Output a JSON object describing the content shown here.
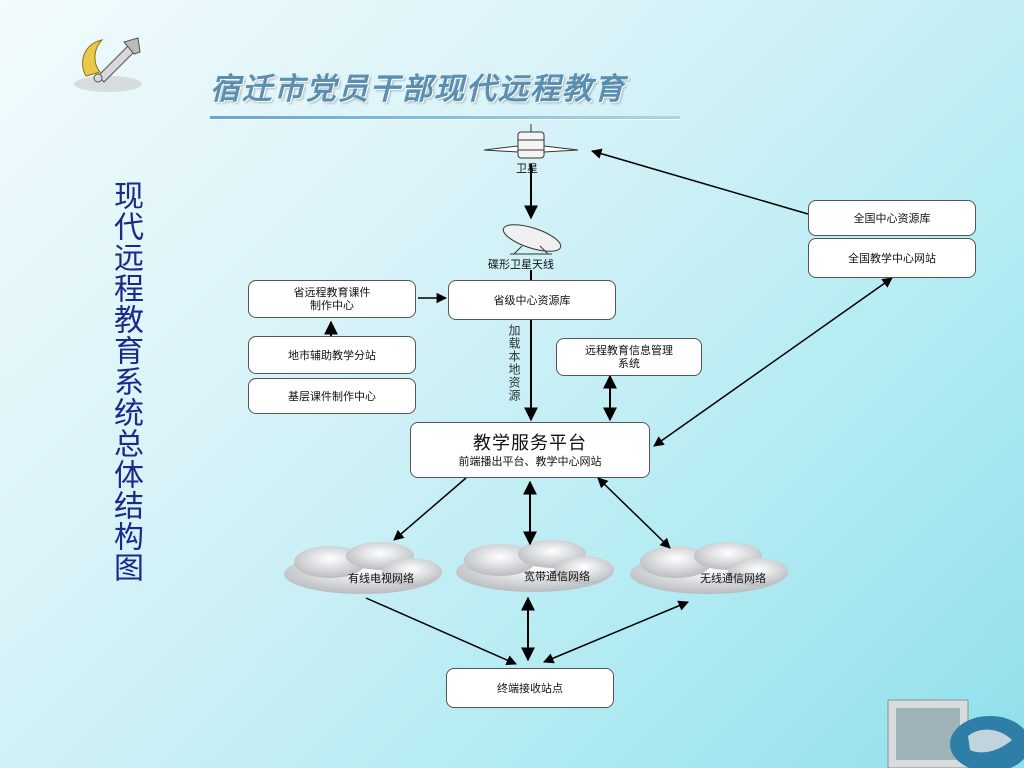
{
  "header": {
    "title": "宿迁市党员干部现代远程教育"
  },
  "vertical_title": "现代远程教育系统总体结构图",
  "diagram": {
    "satellite": "卫星",
    "dish": "碟形卫星天线",
    "national_library": "全国中心资源库",
    "national_site": "全国教学中心网站",
    "provincial_courseware_line1": "省远程教育课件",
    "provincial_courseware_line2": "制作中心",
    "provincial_library": "省级中心资源库",
    "city_branch": "地市辅助教学分站",
    "grassroots_courseware": "基层课件制作中心",
    "info_mgmt_line1": "远程教育信息管理",
    "info_mgmt_line2": "系统",
    "load_local": "加载本地资源",
    "platform_title": "教学服务平台",
    "platform_subtitle": "前端播出平台、教学中心网站",
    "cable_network": "有线电视网络",
    "broadband_network": "宽带通信网络",
    "wireless_network": "无线通信网络",
    "terminal": "终端接收站点"
  },
  "colors": {
    "accent": "#1a2a8a",
    "header": "#5a8fb1"
  }
}
